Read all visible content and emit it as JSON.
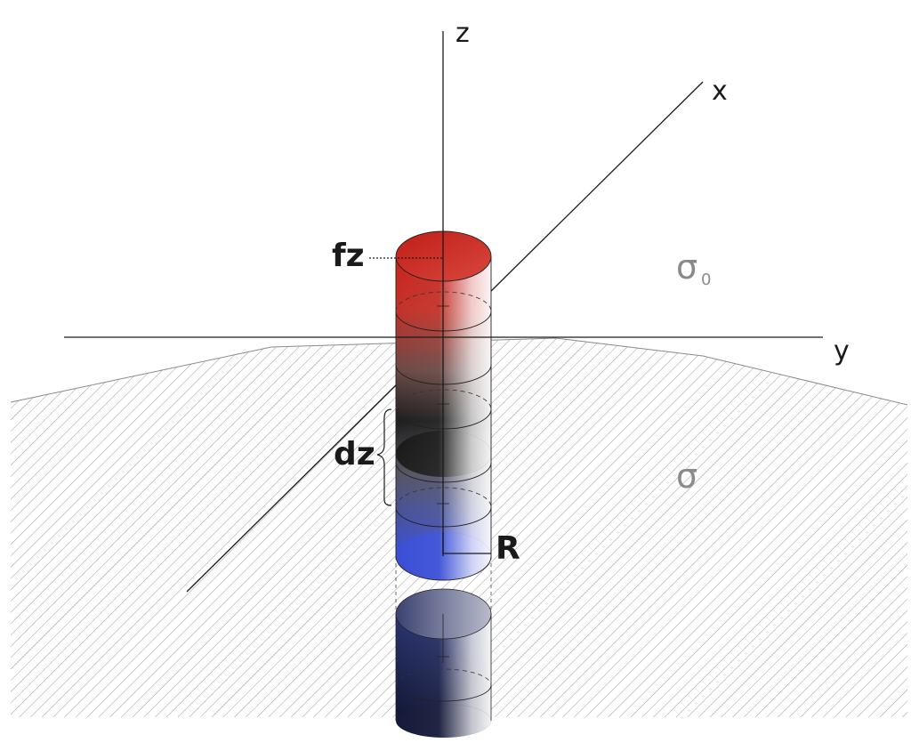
{
  "labels": {
    "z_axis": "z",
    "x_axis": "x",
    "y_axis": "y",
    "fz": "fz",
    "dz": "dz",
    "radius": "R",
    "sigma0_symbol": "σ",
    "sigma0_subscript": "0",
    "sigma": "σ"
  },
  "colors": {
    "top_red": "#c8241c",
    "middle_dark": "#1e1e1e",
    "lower_blue": "#3a4fd6",
    "bottom_navy": "#1a2050",
    "hatch": "#9a9a9a",
    "sigma_gray": "#8a8a8a"
  }
}
